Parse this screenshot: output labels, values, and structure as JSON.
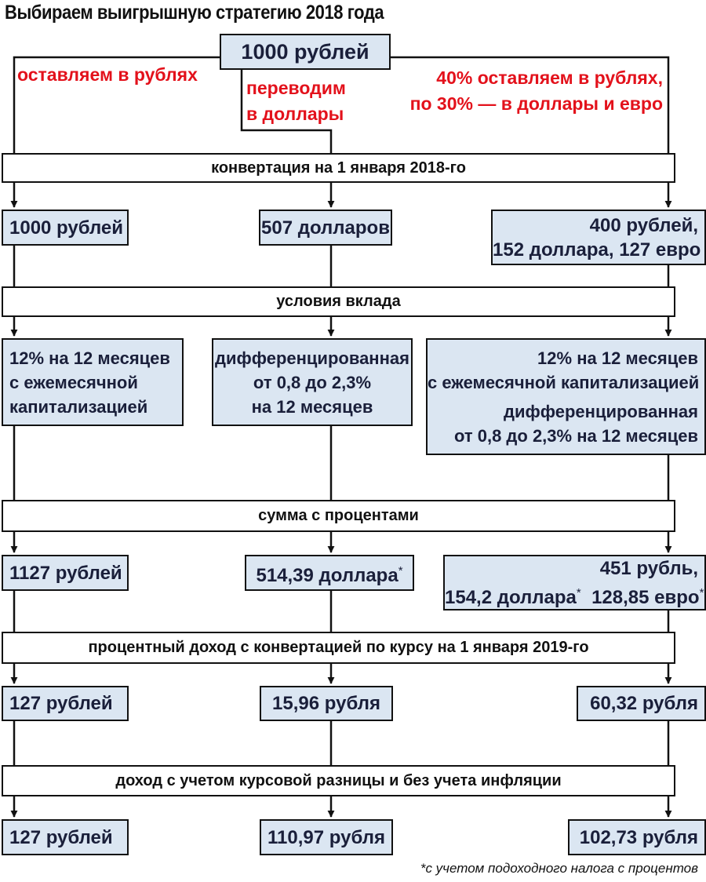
{
  "title": "Выбираем выигрышную стратегию 2018 года",
  "root": "1000 рублей",
  "strategies": {
    "left": "оставляем в рублях",
    "middle": [
      "переводим",
      "в доллары"
    ],
    "right": [
      "40% оставляем в рублях,",
      "по 30% — в доллары и евро"
    ]
  },
  "stages": {
    "conversion": "конвертация на 1 января 2018-го",
    "deposit_terms": "условия вклада",
    "sum_with_interest": "сумма с процентами",
    "interest_income": "процентный доход с конвертацией по курсу на 1 января 2019-го",
    "income_after_fx": "доход с учетом курсовой разницы и без учета инфляции"
  },
  "columns": {
    "left": {
      "start": "1000 рублей",
      "terms": [
        "12% на 12 месяцев",
        "с ежемесячной",
        "капитализацией"
      ],
      "sum": "1127 рублей",
      "interest": "127 рублей",
      "income": "127 рублей"
    },
    "middle": {
      "start": "507 долларов",
      "terms": [
        "дифференцированная",
        "от 0,8 до 2,3%",
        "на 12 месяцев"
      ],
      "sum": "514,39 доллара",
      "interest": "15,96 рубля",
      "income": "110,97 рубля"
    },
    "right": {
      "start": [
        "400 рублей,",
        "152 доллара, 127 евро"
      ],
      "terms": [
        "12% на 12 месяцев",
        "с ежемесячной капитализацией",
        "дифференцированная",
        "от 0,8 до 2,3% на 12 месяцев"
      ],
      "sum_line1": "451 рубль,",
      "sum_usd": "154,2 доллара",
      "sum_eur": "128,85 евро",
      "interest": "60,32 рубля",
      "income": "102,73 рубля"
    }
  },
  "footnote_marker": "*",
  "footnote": "с учетом подоходного налога с процентов",
  "colors": {
    "box_fill": "#dbe6f2",
    "accent_red": "#e3111b",
    "text_dark": "#1a1f3a"
  }
}
